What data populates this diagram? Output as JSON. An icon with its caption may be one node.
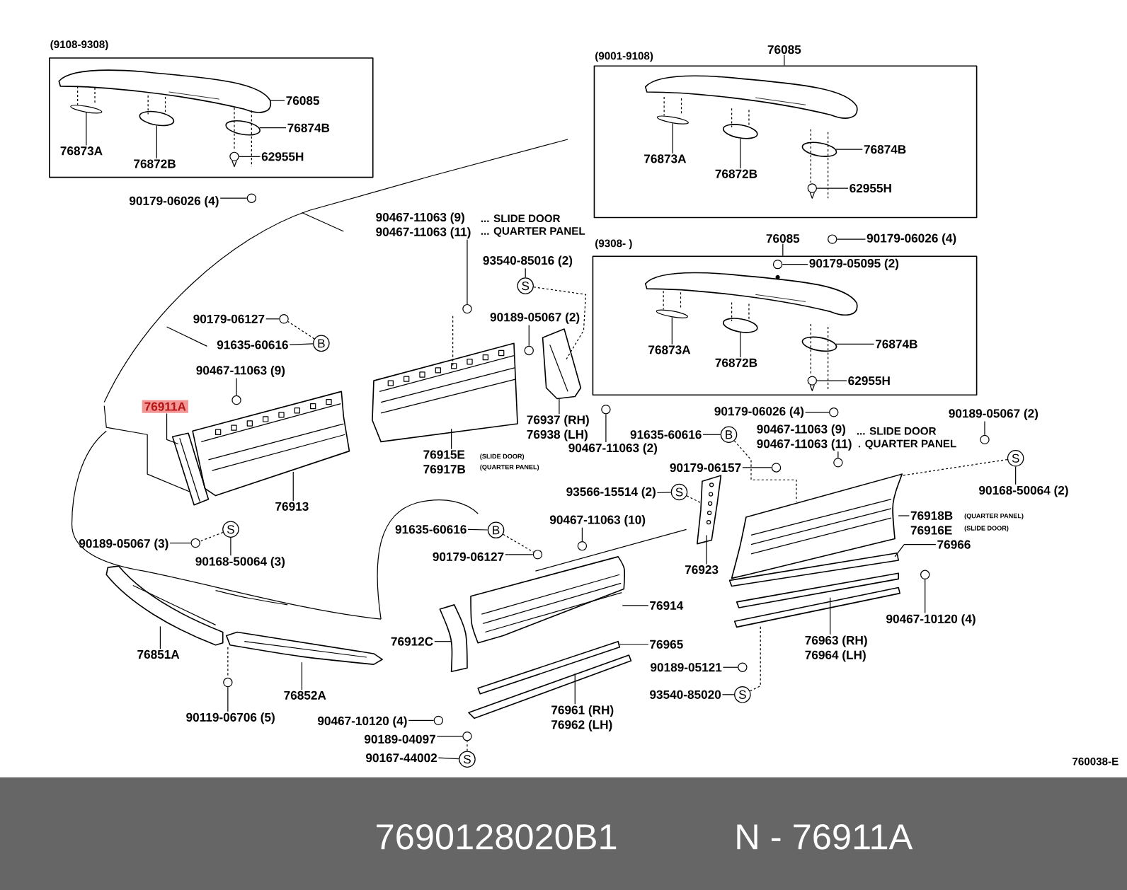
{
  "diagram": {
    "nodes": [
      {
        "text": [
          "(9108-9308)"
        ]
      },
      {
        "text": [
          "(9001-9108)"
        ]
      },
      {
        "text": [
          "(9308- )"
        ]
      },
      {
        "text": [
          "76085"
        ],
        "in": 0
      },
      {
        "text": [
          "76874B"
        ],
        "in": 0
      },
      {
        "text": [
          "76873A"
        ],
        "in": 0
      },
      {
        "text": [
          "76872B"
        ],
        "in": 0
      },
      {
        "text": [
          "62955H"
        ],
        "in": 0
      },
      {
        "text": [
          "90179-06026 (4)"
        ]
      },
      {
        "text": [
          "76085"
        ]
      },
      {
        "text": [
          "76873A"
        ],
        "in": 1
      },
      {
        "text": [
          "76872B"
        ],
        "in": 1
      },
      {
        "text": [
          "76874B"
        ],
        "in": 1
      },
      {
        "text": [
          "62955H"
        ],
        "in": 1
      },
      {
        "text": [
          "90179-06026 (4)"
        ]
      },
      {
        "text": [
          "76085"
        ]
      },
      {
        "text": [
          "90179-05095 (2)"
        ],
        "in": 2
      },
      {
        "text": [
          "76873A"
        ],
        "in": 2
      },
      {
        "text": [
          "76872B"
        ],
        "in": 2
      },
      {
        "text": [
          "76874B"
        ],
        "in": 2
      },
      {
        "text": [
          "62955H"
        ],
        "in": 2
      },
      {
        "text": [
          "90179-06026 (4)"
        ]
      },
      {
        "text": [
          "90467-11063 (9)",
          "90467-11063 (11)"
        ],
        "beside": [
          "... SLIDE DOOR",
          "... QUARTER PANEL"
        ]
      },
      {
        "text": [
          "93540-85016 (2)"
        ]
      },
      {
        "text": [
          "S"
        ]
      },
      {
        "text": [
          "90189-05067 (2)"
        ]
      },
      {
        "text": [
          "90179-06127"
        ]
      },
      {
        "text": [
          "91635-60616"
        ]
      },
      {
        "text": [
          "B"
        ]
      },
      {
        "text": [
          "90467-11063 (9)"
        ]
      },
      {
        "text": [
          "76911A"
        ]
      },
      {
        "text": [
          "76913"
        ]
      },
      {
        "text": [
          "76915E",
          "76917B"
        ],
        "beside": [
          "(SLIDE DOOR)",
          "(QUARTER PANEL)"
        ]
      },
      {
        "text": [
          "76937 (RH)",
          "76938 (LH)"
        ]
      },
      {
        "text": [
          "90467-11063 (2)"
        ]
      },
      {
        "text": [
          "91635-60616"
        ]
      },
      {
        "text": [
          "B"
        ]
      },
      {
        "text": [
          "90179-06157"
        ]
      },
      {
        "text": [
          "93566-15514 (2)"
        ]
      },
      {
        "text": [
          "S"
        ]
      },
      {
        "text": [
          "90467-11063 (10)"
        ]
      },
      {
        "text": [
          "91635-60616"
        ]
      },
      {
        "text": [
          "B"
        ]
      },
      {
        "text": [
          "90179-06127"
        ]
      },
      {
        "text": [
          "76923"
        ]
      },
      {
        "text": [
          "90467-11063 (9)",
          "90467-11063 (11)"
        ],
        "beside": [
          "... SLIDE DOOR",
          ". QUARTER PANEL"
        ]
      },
      {
        "text": [
          "90189-05067 (2)"
        ]
      },
      {
        "text": [
          "S"
        ]
      },
      {
        "text": [
          "90168-50064 (2)"
        ]
      },
      {
        "text": [
          "76918B",
          "76916E"
        ],
        "beside": [
          "(QUARTER PANEL)",
          "(SLIDE DOOR)"
        ]
      },
      {
        "text": [
          "76966"
        ]
      },
      {
        "text": [
          "90467-10120 (4)"
        ]
      },
      {
        "text": [
          "76963 (RH)",
          "76964 (LH)"
        ]
      },
      {
        "text": [
          "76914"
        ]
      },
      {
        "text": [
          "76965"
        ]
      },
      {
        "text": [
          "90189-05121"
        ]
      },
      {
        "text": [
          "93540-85020"
        ]
      },
      {
        "text": [
          "S"
        ]
      },
      {
        "text": [
          "76912C"
        ]
      },
      {
        "text": [
          "76961 (RH)",
          "76962 (LH)"
        ]
      },
      {
        "text": [
          "90467-10120 (4)"
        ]
      },
      {
        "text": [
          "90189-04097"
        ]
      },
      {
        "text": [
          "90167-44002"
        ]
      },
      {
        "text": [
          "S"
        ]
      },
      {
        "text": [
          "90119-06706 (5)"
        ]
      },
      {
        "text": [
          "76852A"
        ]
      },
      {
        "text": [
          "76851A"
        ]
      },
      {
        "text": [
          "90189-05067 (3)"
        ]
      },
      {
        "text": [
          "90168-50064 (3)"
        ]
      },
      {
        "text": [
          "S"
        ]
      },
      {
        "text": [],
        "shape": "circle"
      },
      {
        "text": [],
        "shape": "circle"
      },
      {
        "text": [],
        "shape": "circle",
        "in": 2
      },
      {
        "text": [],
        "shape": "circle"
      },
      {
        "text": [],
        "shape": "circle"
      },
      {
        "text": [],
        "shape": "circle"
      },
      {
        "text": [],
        "shape": "circle"
      },
      {
        "text": [],
        "shape": "circle"
      },
      {
        "text": [],
        "shape": "circle"
      },
      {
        "text": [],
        "shape": "circle"
      },
      {
        "text": [],
        "shape": "circle"
      },
      {
        "text": [],
        "shape": "circle"
      },
      {
        "text": [],
        "shape": "circle"
      },
      {
        "text": [],
        "shape": "circle"
      },
      {
        "text": [],
        "shape": "circle"
      },
      {
        "text": [],
        "shape": "circle"
      },
      {
        "text": [],
        "shape": "circle"
      },
      {
        "text": [],
        "shape": "circle"
      },
      {
        "text": [],
        "shape": "circle"
      },
      {
        "text": [],
        "shape": "circle"
      },
      {
        "text": [],
        "shape": "circle",
        "in": 0
      },
      {
        "text": [],
        "shape": "circle",
        "in": 1
      },
      {
        "text": [],
        "shape": "circle",
        "in": 2
      },
      {
        "text": [],
        "shape": "ellipse",
        "in": 0
      },
      {
        "text": [],
        "shape": "ellipse",
        "in": 0
      },
      {
        "text": [],
        "shape": "ellipse",
        "in": 0
      },
      {
        "text": [],
        "shape": "ellipse",
        "in": 1
      },
      {
        "text": [],
        "shape": "ellipse",
        "in": 1
      },
      {
        "text": [],
        "shape": "ellipse",
        "in": 1
      },
      {
        "text": [],
        "shape": "ellipse",
        "in": 2
      },
      {
        "text": [],
        "shape": "ellipse",
        "in": 2
      },
      {
        "text": [],
        "shape": "ellipse",
        "in": 2
      }
    ],
    "edges": [
      {
        "from": 3,
        "to": null,
        "arrow": "none"
      },
      {
        "from": 4,
        "to": 95,
        "arrow": "none"
      },
      {
        "from": 5,
        "to": 93,
        "arrow": "none"
      },
      {
        "from": 6,
        "to": 94,
        "arrow": "none"
      },
      {
        "from": 7,
        "to": 90,
        "arrow": "none"
      },
      {
        "from": 8,
        "to": 70,
        "arrow": "none"
      },
      {
        "from": 9,
        "to": 1,
        "arrow": "none"
      },
      {
        "from": 10,
        "to": 96,
        "arrow": "none"
      },
      {
        "from": 11,
        "to": 97,
        "arrow": "none"
      },
      {
        "from": 12,
        "to": 98,
        "arrow": "none"
      },
      {
        "from": 13,
        "to": 91,
        "arrow": "none"
      },
      {
        "from": 14,
        "to": 71,
        "arrow": "none"
      },
      {
        "from": 15,
        "to": 2,
        "arrow": "none"
      },
      {
        "from": 16,
        "to": 72,
        "arrow": "none"
      },
      {
        "from": 17,
        "to": 99,
        "arrow": "none"
      },
      {
        "from": 18,
        "to": 100,
        "arrow": "none"
      },
      {
        "from": 19,
        "to": 101,
        "arrow": "none"
      },
      {
        "from": 20,
        "to": 92,
        "arrow": "none"
      },
      {
        "from": 21,
        "to": 73,
        "arrow": "none"
      },
      {
        "from": 22,
        "to": 74,
        "arrow": "none"
      },
      {
        "from": 23,
        "to": 24,
        "arrow": "none"
      },
      {
        "from": 24,
        "to": null,
        "arrow": "none",
        "style": "dashed"
      },
      {
        "from": 25,
        "to": 75,
        "arrow": "none"
      },
      {
        "from": 26,
        "to": 76,
        "arrow": "none"
      },
      {
        "from": 27,
        "to": 28,
        "arrow": "none"
      },
      {
        "from": 28,
        "to": 76,
        "arrow": "none",
        "style": "dashed"
      },
      {
        "from": 29,
        "to": 77,
        "arrow": "none"
      },
      {
        "from": 30,
        "to": null,
        "arrow": "none"
      },
      {
        "from": 31,
        "to": null,
        "arrow": "none"
      },
      {
        "from": 32,
        "to": null,
        "arrow": "none"
      },
      {
        "from": 33,
        "to": null,
        "arrow": "none"
      },
      {
        "from": 34,
        "to": 78,
        "arrow": "none"
      },
      {
        "from": 35,
        "to": 36,
        "arrow": "none"
      },
      {
        "from": 36,
        "to": null,
        "arrow": "none",
        "style": "dashed"
      },
      {
        "from": 37,
        "to": 79,
        "arrow": "none"
      },
      {
        "from": 38,
        "to": 39,
        "arrow": "none"
      },
      {
        "from": 39,
        "to": null,
        "arrow": "none",
        "style": "dashed"
      },
      {
        "from": 40,
        "to": 80,
        "arrow": "none"
      },
      {
        "from": 41,
        "to": 42,
        "arrow": "none"
      },
      {
        "from": 42,
        "to": 81,
        "arrow": "none",
        "style": "dashed"
      },
      {
        "from": 43,
        "to": 81,
        "arrow": "none"
      },
      {
        "from": 44,
        "to": null,
        "arrow": "none"
      },
      {
        "from": 45,
        "to": 82,
        "arrow": "none"
      },
      {
        "from": 46,
        "to": 83,
        "arrow": "none"
      },
      {
        "from": 48,
        "to": 47,
        "arrow": "none"
      },
      {
        "from": 47,
        "to": null,
        "arrow": "none",
        "style": "dashed"
      },
      {
        "from": 49,
        "to": null,
        "arrow": "none"
      },
      {
        "from": 50,
        "to": null,
        "arrow": "none"
      },
      {
        "from": 51,
        "to": 84,
        "arrow": "none"
      },
      {
        "from": 52,
        "to": null,
        "arrow": "none"
      },
      {
        "from": 53,
        "to": null,
        "arrow": "none"
      },
      {
        "from": 54,
        "to": null,
        "arrow": "none"
      },
      {
        "from": 55,
        "to": 85,
        "arrow": "none"
      },
      {
        "from": 56,
        "to": 57,
        "arrow": "none"
      },
      {
        "from": 57,
        "to": null,
        "arrow": "none",
        "style": "dashed"
      },
      {
        "from": 58,
        "to": null,
        "arrow": "none"
      },
      {
        "from": 59,
        "to": null,
        "arrow": "none"
      },
      {
        "from": 60,
        "to": 86,
        "arrow": "none"
      },
      {
        "from": 61,
        "to": 87,
        "arrow": "none"
      },
      {
        "from": 62,
        "to": 63,
        "arrow": "none"
      },
      {
        "from": 63,
        "to": 87,
        "arrow": "none",
        "style": "dashed"
      },
      {
        "from": 64,
        "to": 88,
        "arrow": "none"
      },
      {
        "from": 65,
        "to": null,
        "arrow": "none"
      },
      {
        "from": 66,
        "to": null,
        "arrow": "none"
      },
      {
        "from": 67,
        "to": 89,
        "arrow": "none"
      },
      {
        "from": 68,
        "to": 69,
        "arrow": "none"
      },
      {
        "from": 69,
        "to": 89,
        "arrow": "none",
        "style": "dashed"
      }
    ],
    "labels": [
      "760038-E",
      "7690128020B1",
      "N - 76911A"
    ]
  }
}
